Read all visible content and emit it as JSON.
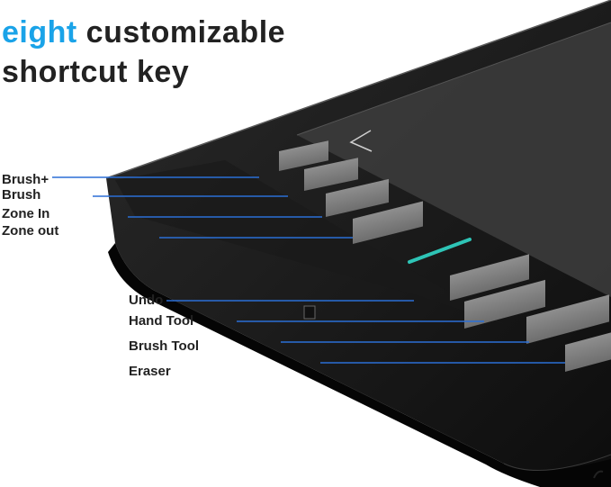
{
  "headline": {
    "accent": "eight",
    "rest_line1": " customizable",
    "line2": "shortcut key"
  },
  "colors": {
    "accent": "#1aa3e8",
    "leader_line": "#2b6fd6",
    "indicator": "#2ec4b6"
  },
  "labels_left": [
    "Brush+",
    "Brush",
    "Zone In",
    "Zone out"
  ],
  "labels_right": [
    "Undo",
    "Hand Tool",
    "Brush Tool",
    "Eraser"
  ]
}
